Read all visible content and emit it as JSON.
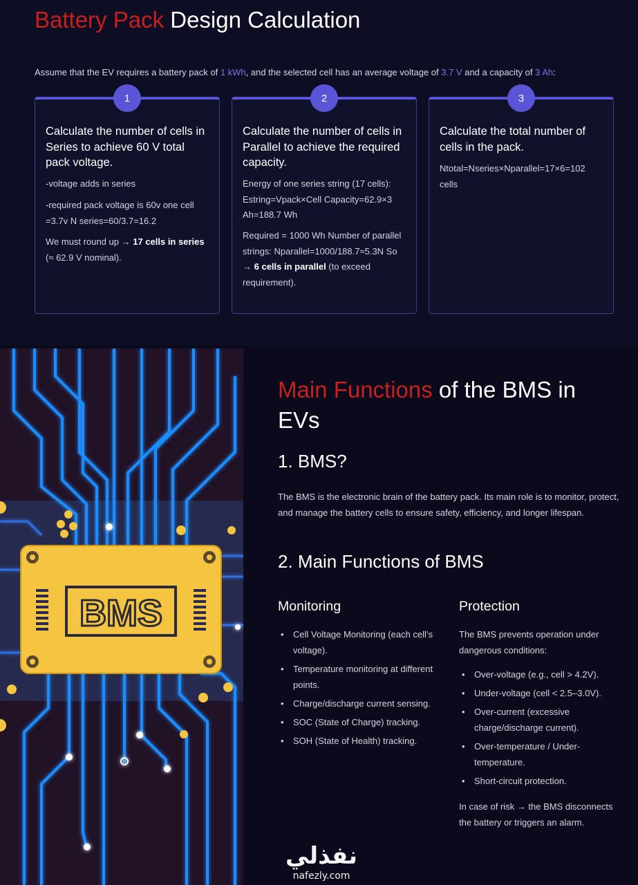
{
  "top": {
    "title_accent": "Battery Pack",
    "title_rest": "Design Calculation",
    "intro": {
      "part1": "Assume that the EV requires a battery pack of ",
      "energy": "1 kWh",
      "part2": ", and the selected cell has an average voltage of ",
      "voltage": "3.7 V",
      "part3": " and a capacity of ",
      "capacity": "3 Ah",
      "part4": ":"
    },
    "cards": [
      {
        "num": "1",
        "title": "Calculate the number of cells in Series to achieve 60 V total pack voltage.",
        "p1": "-voltage adds in series",
        "p2": "-required pack voltage is 60v one cell =3.7v N series=60/3.7=16.2",
        "p3_pre": "We must round up → ",
        "p3_bold": "17 cells in series",
        "p3_post": " (≈ 62.9 V nominal)."
      },
      {
        "num": "2",
        "title": "Calculate the number of cells in Parallel to achieve the required capacity.",
        "p1": "Energy of one series string (17 cells): Estring=Vpack×Cell Capacity=62.9×3 Ah=188.7 Wh",
        "p2_pre": "Required = 1000 Wh Number of parallel strings: Nparallel=1000/188.7≈5.3N So → ",
        "p2_bold": "6 cells in parallel",
        "p2_post": " (to exceed requirement)."
      },
      {
        "num": "3",
        "title": "Calculate the total number of cells in the pack.",
        "p1": "Ntotal=Nseries×Nparallel=17×6=102 cells"
      }
    ]
  },
  "bottom": {
    "chip_label": "BMS",
    "title_accent": "Main Functions",
    "title_rest": " of the BMS in EVs",
    "h_what": "1. BMS?",
    "what_text": "The BMS is the electronic brain of the battery pack. Its main role is to monitor, protect, and manage the battery cells to ensure safety, efficiency, and longer lifespan.",
    "h_functions": "2. Main Functions of BMS",
    "monitoring": {
      "title": "Monitoring",
      "items": [
        "Cell Voltage Monitoring (each cell’s voltage).",
        "Temperature monitoring at different points.",
        "Charge/discharge current sensing.",
        "SOC (State of Charge) tracking.",
        "SOH (State of Health) tracking."
      ]
    },
    "protection": {
      "title": "Protection",
      "intro": "The BMS prevents operation under dangerous conditions:",
      "items": [
        "Over-voltage (e.g., cell > 4.2V).",
        "Under-voltage (cell < 2.5–3.0V).",
        "Over-current (excessive charge/discharge current).",
        "Over-temperature / Under-temperature.",
        "Short-circuit protection."
      ],
      "outro": "In case of risk → the BMS disconnects the battery or triggers an alarm."
    }
  },
  "watermark": {
    "arabic": "نفذلي",
    "latin": "nafezly.com"
  },
  "colors": {
    "accent_red": "#c8201c",
    "highlight_purple": "#7c74e6",
    "card_accent": "#5b54d6",
    "circuit_blue": "#1e8cff",
    "chip_yellow": "#f5c542"
  }
}
